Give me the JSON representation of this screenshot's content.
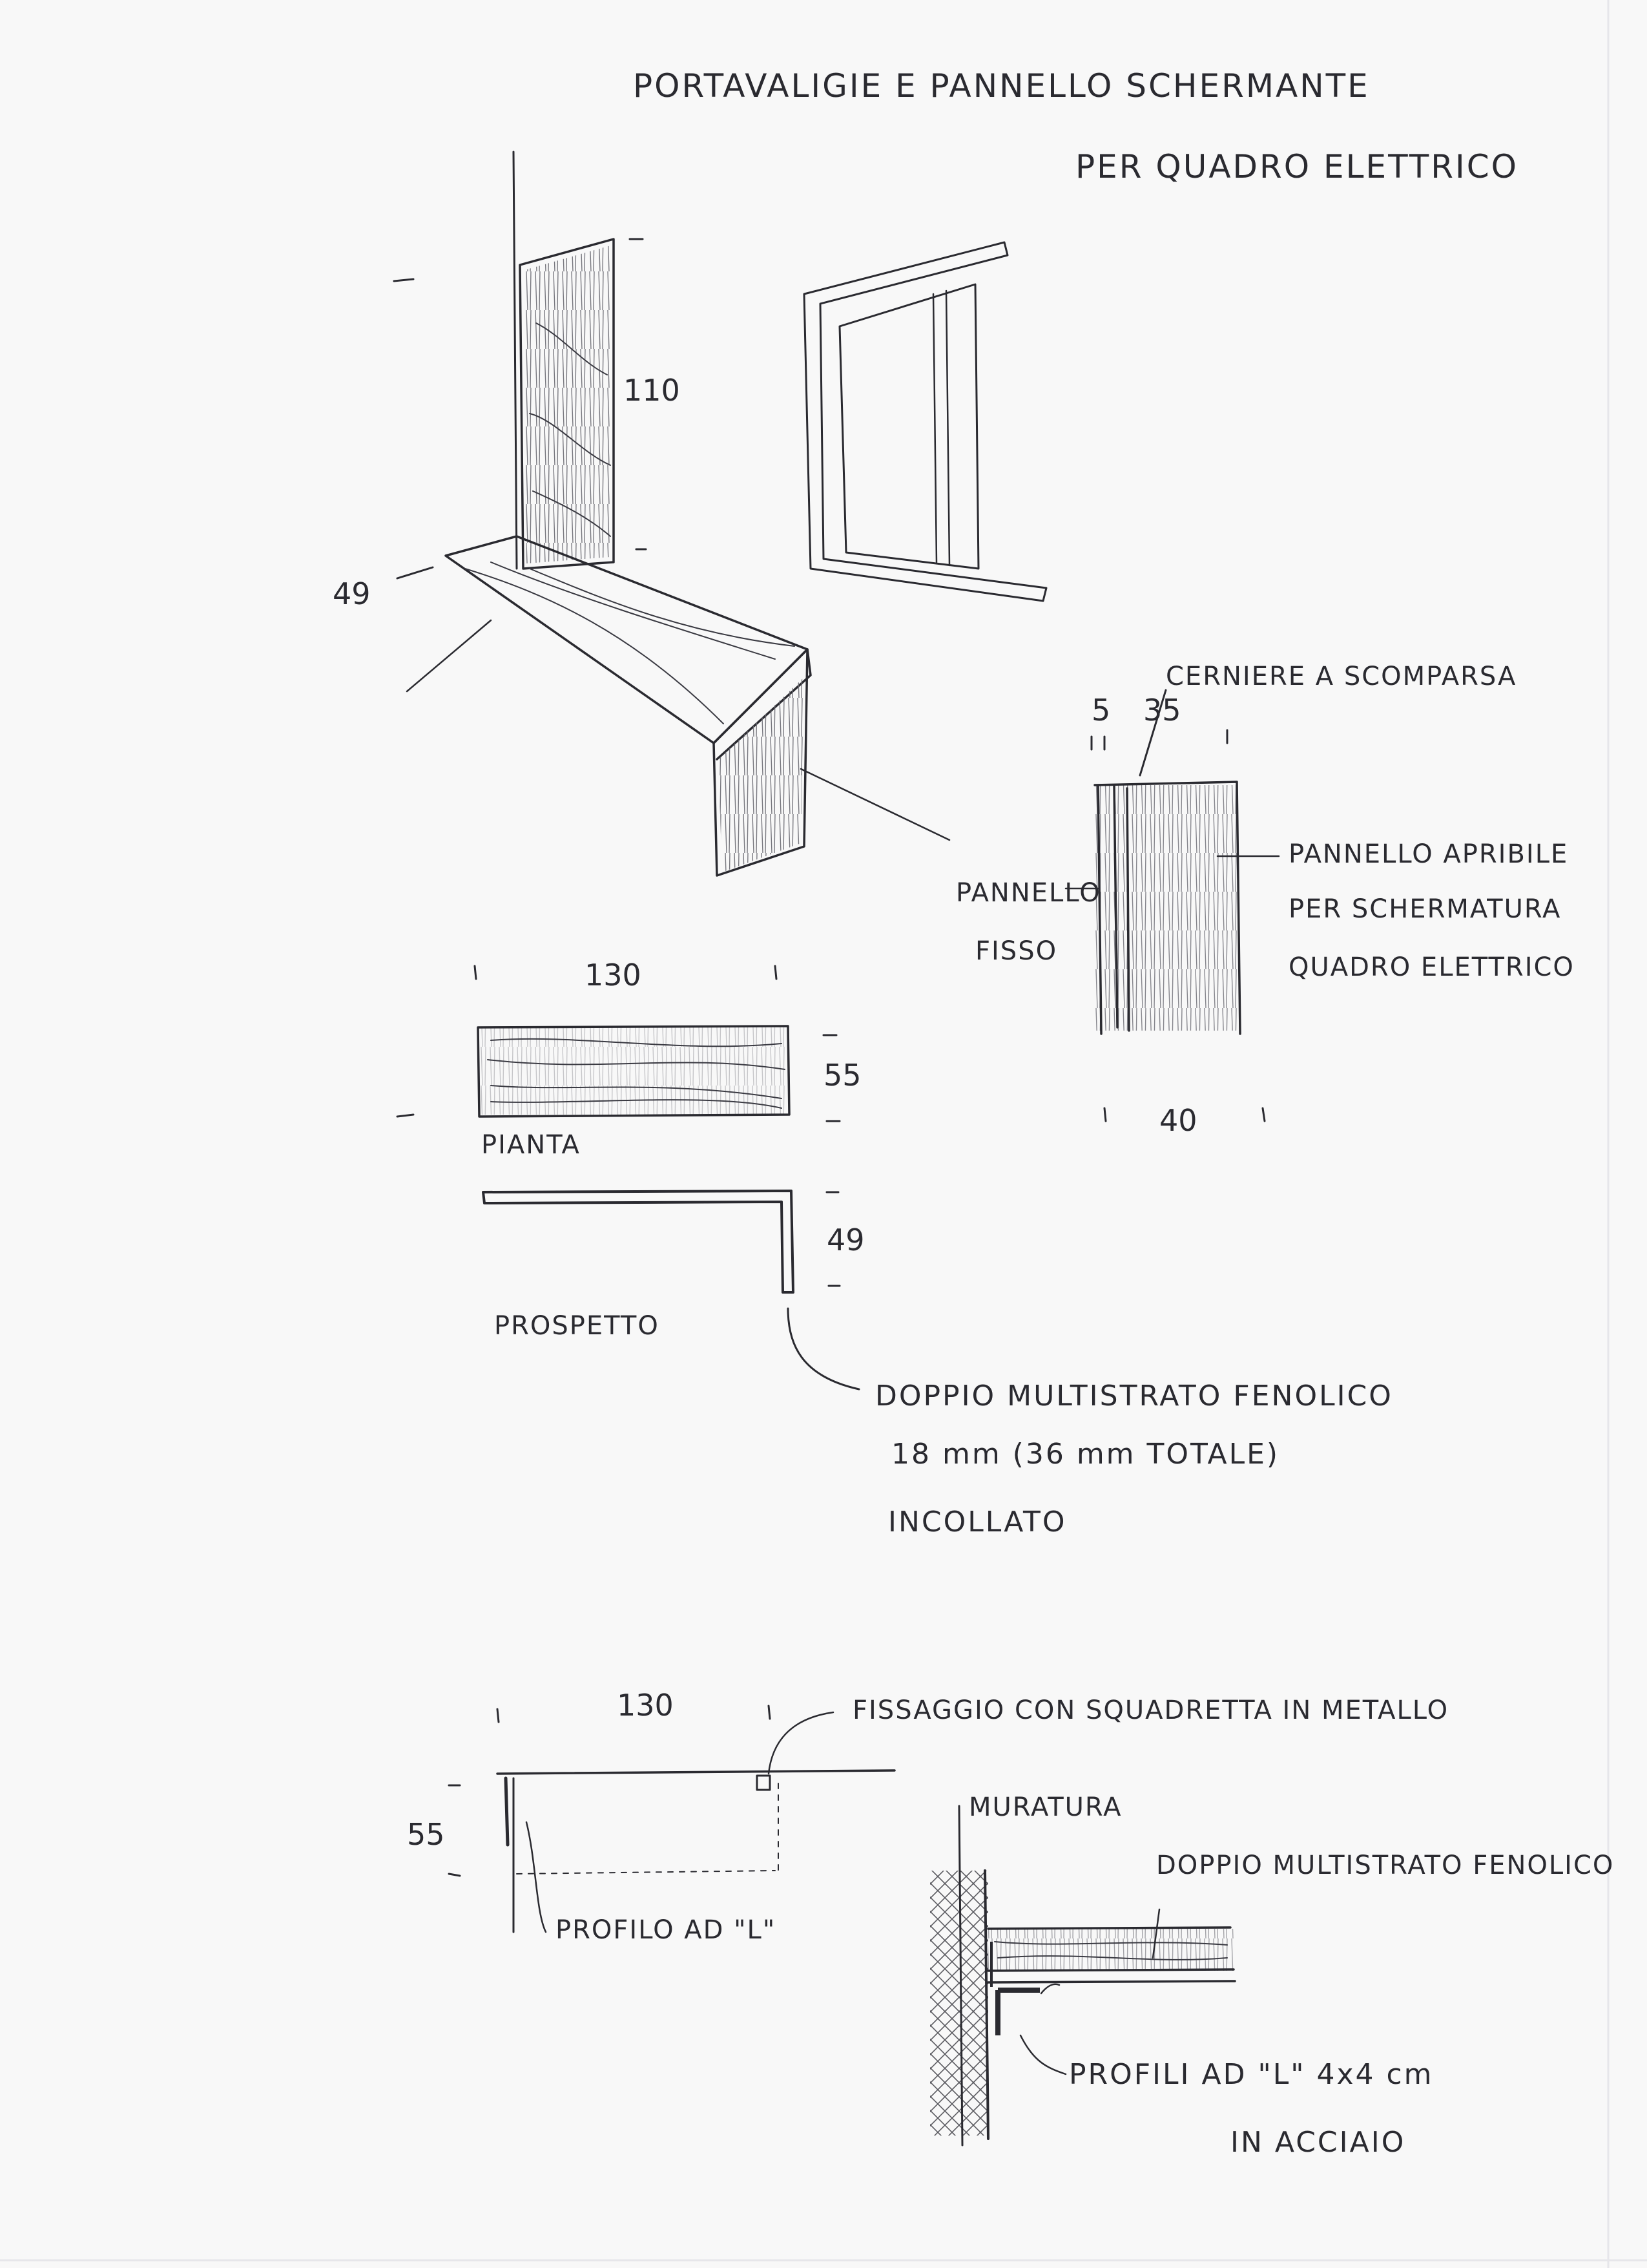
{
  "title": {
    "line1": "PORTAVALIGIE E PANNELLO SCHERMANTE",
    "line2": "PER QUADRO ELETTRICO"
  },
  "perspective": {
    "dim_height": "110",
    "dim_depth": "49"
  },
  "hinge_detail": {
    "label_hinges": "CERNIERE A SCOMPARSA",
    "dim_a": "5",
    "dim_b": "35",
    "dim_width": "40",
    "label_fixed_line1": "PANNELLO",
    "label_fixed_line2": "FISSO",
    "label_open_line1": "PANNELLO APRIBILE",
    "label_open_line2": "PER SCHERMATURA",
    "label_open_line3": "QUADRO ELETTRICO"
  },
  "plan": {
    "dim_length": "130",
    "dim_width": "55",
    "label": "PIANTA"
  },
  "elevation": {
    "dim_height": "49",
    "label": "PROSPETTO",
    "note_line1": "DOPPIO MULTISTRATO FENOLICO",
    "note_line2": "18 mm  (36 mm TOTALE)",
    "note_line3": "INCOLLATO"
  },
  "fixing_plan": {
    "dim_length": "130",
    "dim_width": "55",
    "label_fixing": "FISSAGGIO CON SQUADRETTA IN METALLO",
    "label_profile": "PROFILO AD \"L\""
  },
  "section": {
    "label_wall": "MURATURA",
    "label_board": "DOPPIO MULTISTRATO FENOLICO",
    "label_profiles_line1": "PROFILI AD \"L\" 4x4 cm",
    "label_profiles_line2": "IN ACCIAIO"
  }
}
